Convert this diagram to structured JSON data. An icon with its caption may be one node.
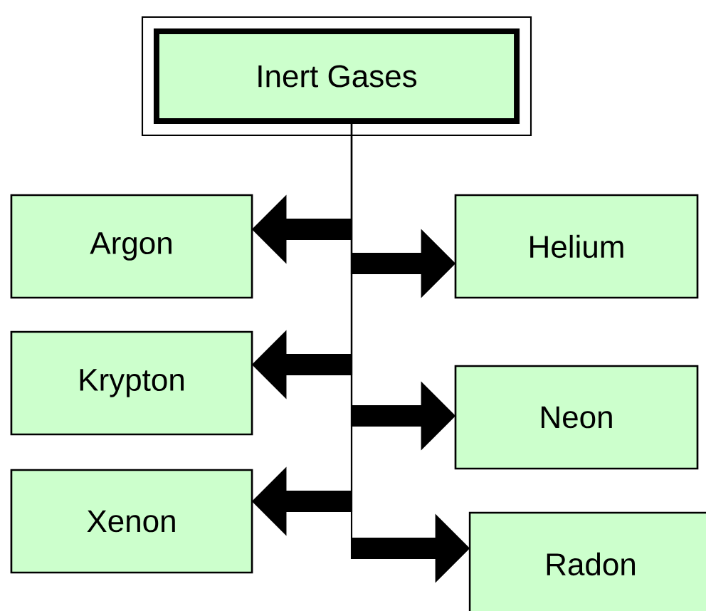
{
  "diagram": {
    "nodes": [
      {
        "text": [
          "Inert Gases"
        ]
      },
      {
        "text": [
          "Argon"
        ]
      },
      {
        "text": [
          "Helium"
        ]
      },
      {
        "text": [
          "Krypton"
        ]
      },
      {
        "text": [
          "Neon"
        ]
      },
      {
        "text": [
          "Xenon"
        ]
      },
      {
        "text": [
          "Radon"
        ]
      }
    ],
    "edges": [
      {
        "from": 0,
        "to": 1,
        "arrow": "to"
      },
      {
        "from": 0,
        "to": 2,
        "arrow": "to"
      },
      {
        "from": 0,
        "to": 3,
        "arrow": "to"
      },
      {
        "from": 0,
        "to": 4,
        "arrow": "to"
      },
      {
        "from": 0,
        "to": 5,
        "arrow": "to"
      },
      {
        "from": 0,
        "to": 6,
        "arrow": "to"
      }
    ]
  }
}
